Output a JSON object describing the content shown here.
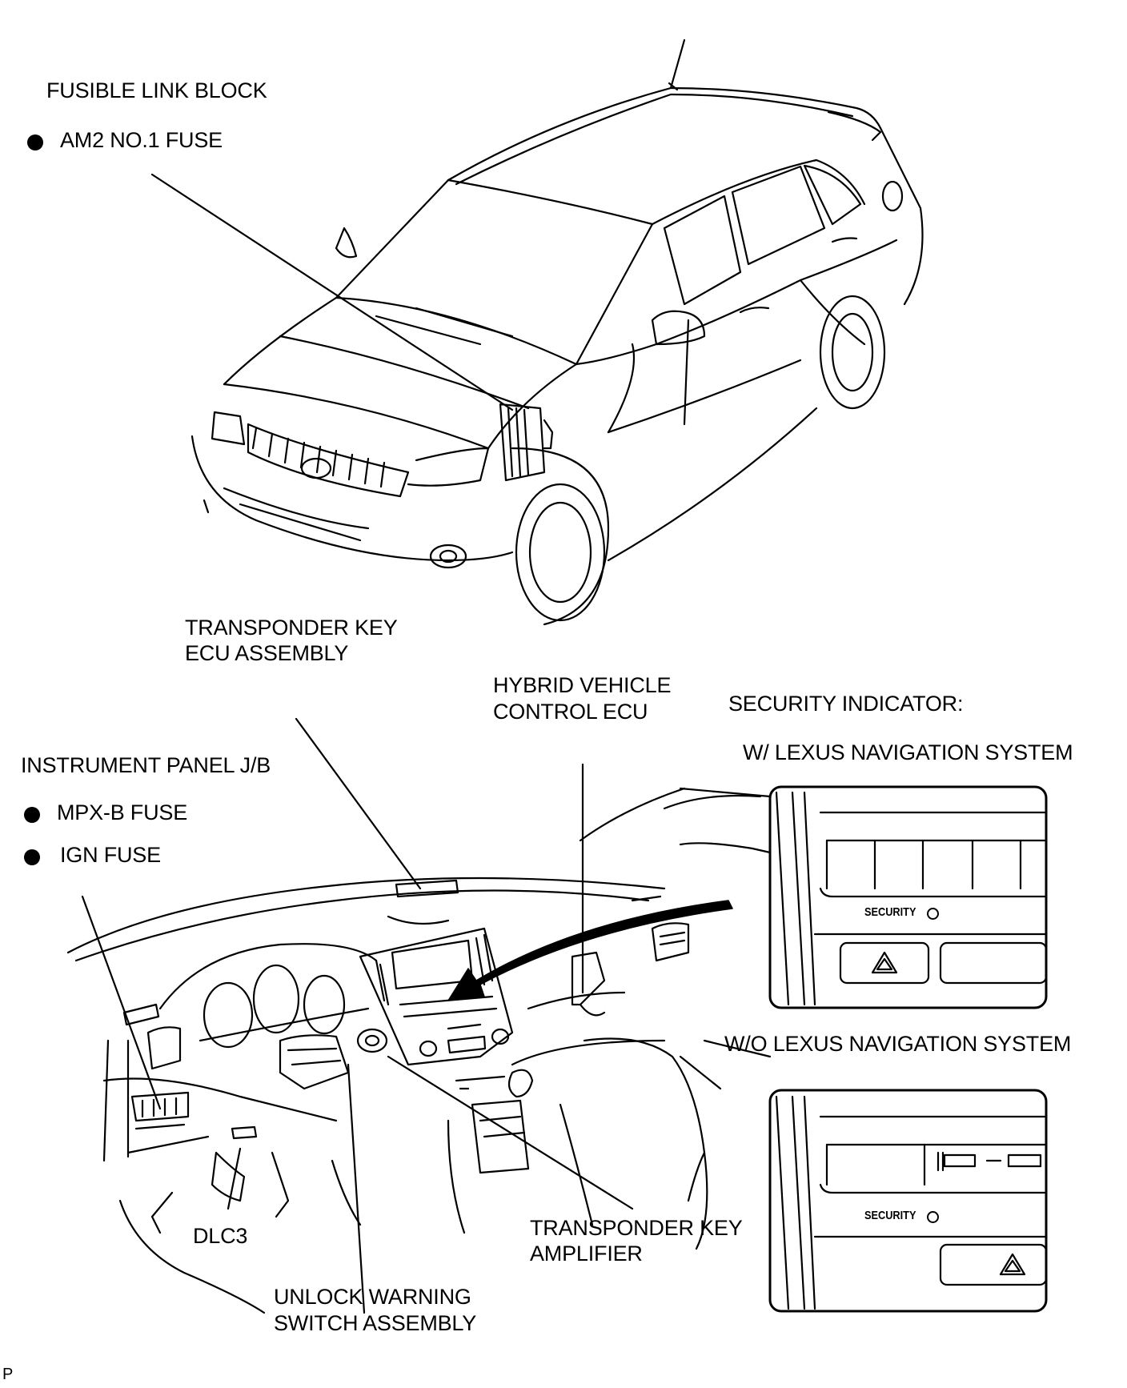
{
  "labels": {
    "fusible_link_block": "FUSIBLE LINK BLOCK",
    "am2_fuse": "AM2 NO.1 FUSE",
    "transponder_key_ecu_line1": "TRANSPONDER KEY",
    "transponder_key_ecu_line2": "ECU ASSEMBLY",
    "hybrid_vehicle_ecu_line1": "HYBRID VEHICLE",
    "hybrid_vehicle_ecu_line2": "CONTROL ECU",
    "security_indicator": "SECURITY INDICATOR:",
    "with_nav": "W/ LEXUS NAVIGATION SYSTEM",
    "without_nav": "W/O LEXUS NAVIGATION SYSTEM",
    "instrument_panel_jb": "INSTRUMENT PANEL J/B",
    "mpx_b_fuse": "MPX-B FUSE",
    "ign_fuse": "IGN FUSE",
    "dlc3": "DLC3",
    "transponder_key_amplifier_line1": "TRANSPONDER KEY",
    "transponder_key_amplifier_line2": "AMPLIFIER",
    "unlock_warning_line1": "UNLOCK WARNING",
    "unlock_warning_line2": "SWITCH ASSEMBLY",
    "security_text_1": "SECURITY",
    "security_text_2": "SECURITY",
    "figure_code": "P"
  }
}
